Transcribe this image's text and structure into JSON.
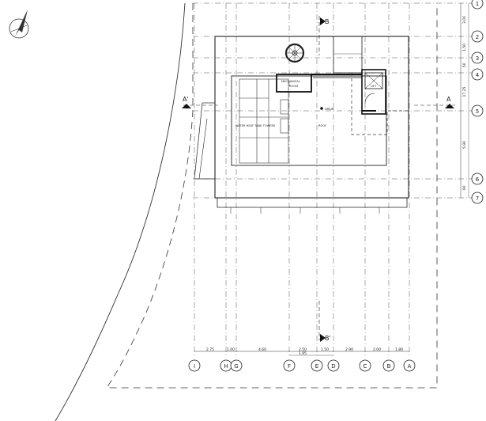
{
  "drawing": {
    "grid_rows": [
      "1",
      "2",
      "3",
      "4",
      "5",
      "6",
      "7"
    ],
    "row_dimensions": [
      "3.00",
      "1.50",
      ".50",
      "17.25",
      "5.90",
      ".90"
    ],
    "grid_cols": [
      "I",
      "H",
      "G",
      "F",
      "E",
      "D",
      "C",
      "B",
      "A"
    ],
    "col_dimensions": [
      "2.75",
      "1.00",
      "4.60",
      "2.50",
      "1.50",
      "2.90",
      "2.00",
      "1.80"
    ],
    "sub_dimension": "1.95",
    "section_marks": {
      "b_top": "B",
      "b_bottom": "B'",
      "a_left": "A'",
      "a_right": "A"
    },
    "room_labels": {
      "mechanical_line1": "MECHANICAL",
      "mechanical_line2": "ROOM",
      "water_tanks": "WATER HEAT TANK TOWERS",
      "roof": "ROOF",
      "drain": "DRAIN",
      "lift": "LIFT"
    },
    "north_arrow": "compass-arrow-icon"
  }
}
